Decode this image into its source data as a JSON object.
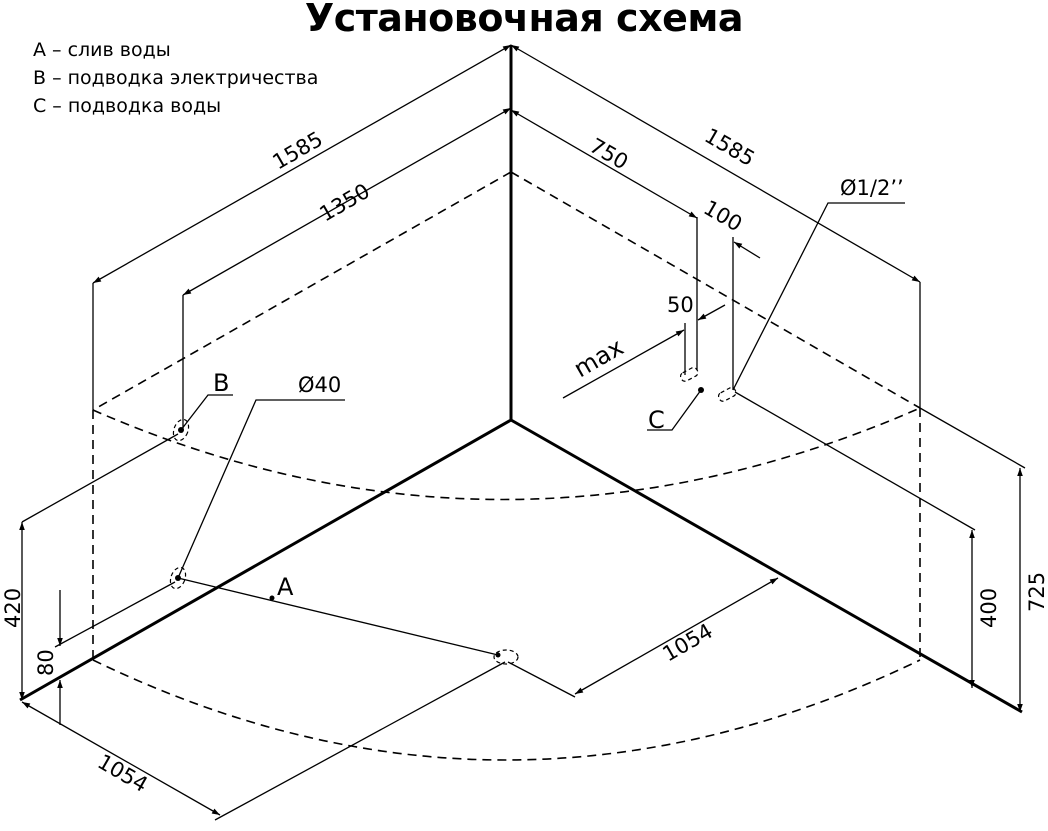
{
  "title": "Установочная схема",
  "legend": [
    "A – слив воды",
    "B – подводка электричества",
    "C – подводка воды"
  ],
  "dimensions": {
    "left_width": "1585",
    "left_inner": "1350",
    "right_offset": "750",
    "right_width": "1585",
    "pipe_spacing": "100",
    "pipe_offset": "50",
    "max_label": "max",
    "pipe_diameter": "Ø1/2’’",
    "drain_diameter": "Ø40",
    "b_height": "420",
    "drain_height": "80",
    "left_depth": "1054",
    "right_depth": "1054",
    "pipe_height": "400",
    "tub_height": "725"
  },
  "points": {
    "a": "A",
    "b": "B",
    "c": "C"
  }
}
